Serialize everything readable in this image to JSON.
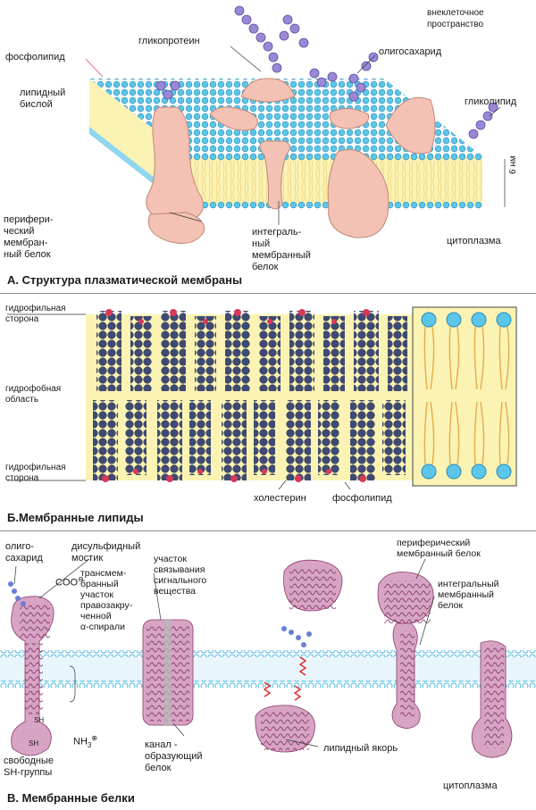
{
  "panel_a": {
    "caption": "А. Структура плазматической мембраны",
    "labels": {
      "extracellular": "внеклеточное\nпространство",
      "glycoprotein": "гликопротеин",
      "phospholipid": "фосфолипид",
      "oligosaccharide": "олигосахарид",
      "lipid_bilayer": "липидный\nбислой",
      "glycolipid": "гликолипид",
      "thickness": "6 нм",
      "peripheral": "перифери-\nческий\nмембран-\nный белок",
      "integral": "интеграль-\nный\nмембранный\nбелок",
      "cytoplasm": "цитоплазма"
    }
  },
  "panel_b": {
    "caption": "Б.Мембранные липиды",
    "labels": {
      "hydrophilic_top": "гидрофильная\nсторона",
      "hydrophobic": "гидрофобная\nобласть",
      "hydrophilic_bottom": "гидрофильная\nсторона",
      "cholesterol": "холестерин",
      "phospholipid": "фосфолипид"
    }
  },
  "panel_c": {
    "caption": "В. Мембранные белки",
    "labels": {
      "oligosaccharide": "олиго-\nсахарид",
      "disulfide": "дисульфидный\nмостик",
      "coo": "COO",
      "transmembrane": "трансмем-\nбранный\nучасток\nправозакру-\nченной\nα-спирали",
      "binding_site": "участок\nсвязывания\nсигнального\nвещества",
      "peripheral": "периферический\nмембранный белок",
      "integral": "интегральный\nмембранный\nбелок",
      "sh1": "SH",
      "sh2": "SH",
      "nh3": "NH",
      "free_sh": "свободные\nSH-группы",
      "channel": "канал -\nобразующий\nбелок",
      "lipid_anchor": "липидный якорь",
      "cytoplasm": "цитоплазма"
    }
  },
  "colors": {
    "head": "#5cc6ea",
    "tail_band": "#fbf3b4",
    "protein": "#f3c2b4",
    "sugar": "#9a88d6",
    "magenta": "#e0357a",
    "sphere_dark": "#3e4a74",
    "sphere_red": "#d8385a",
    "panel_c_protein": "#d8a4c4"
  }
}
